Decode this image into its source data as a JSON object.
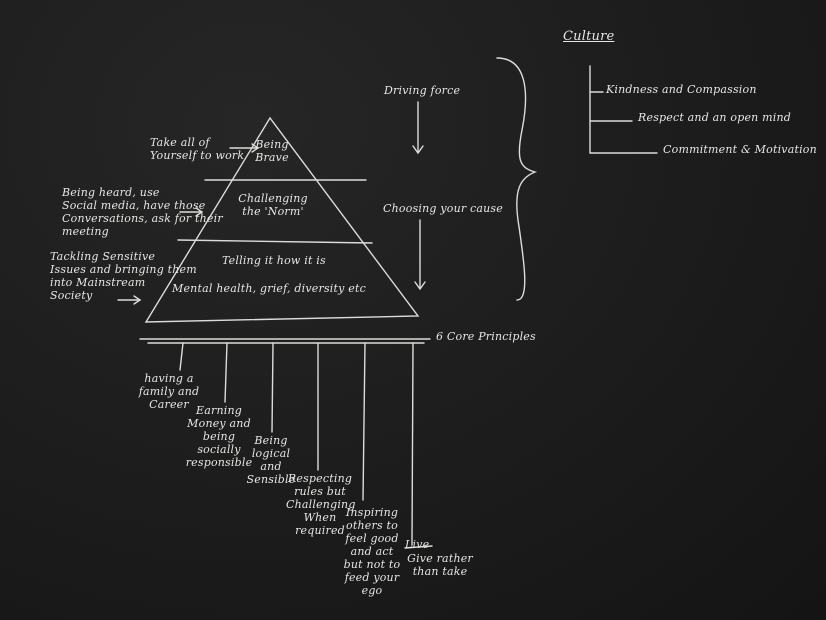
{
  "culture": {
    "title": "Culture",
    "items": [
      "Kindness and Compassion",
      "Respect and an open mind",
      "Commitment & Motivation"
    ]
  },
  "pyramid": {
    "top": "Being\nBrave",
    "middle": "Challenging\nthe 'Norm'",
    "bottom_line1": "Telling it how it is",
    "bottom_line2": "Mental health, grief, diversity etc"
  },
  "left_notes": {
    "top": "Take all of\nYourself to work",
    "middle": "Being heard, use\nSocial media, have those\nConversations, ask for their\nmeeting",
    "bottom": "Tackling Sensitive\nIssues and bringing them\ninto Mainstream\nSociety"
  },
  "right_side": {
    "driving_force": "Driving force",
    "choosing_cause": "Choosing your cause"
  },
  "principles": {
    "label": "6 Core Principles",
    "items": [
      "having a\nfamily and\nCareer",
      "Earning\nMoney and\nbeing socially\nresponsible",
      "Being\nlogical\nand\nSensible",
      "Respecting\nrules but\nChallenging\nWhen\nrequired",
      "Inspiring\nothers to\nfeel good\nand act\nbut not to\nfeed your ego",
      "Give rather\nthan take"
    ],
    "crossed_word": "Live"
  }
}
